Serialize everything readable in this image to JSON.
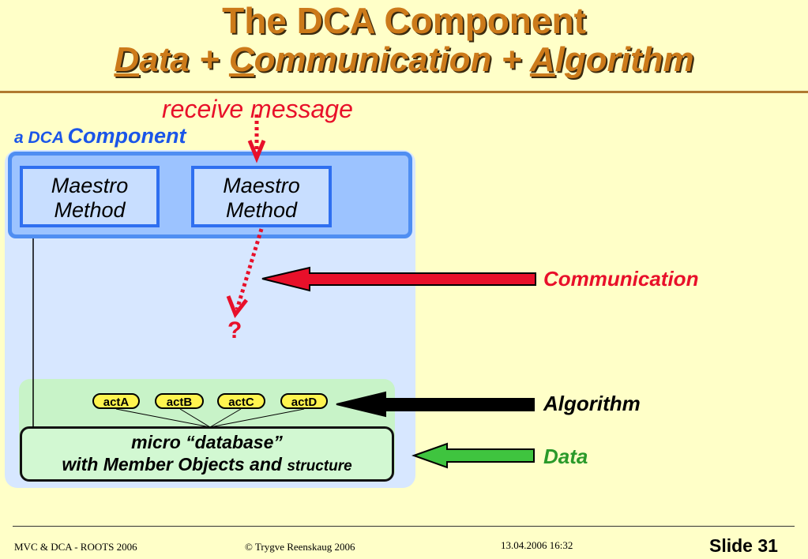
{
  "title": {
    "line1": "The DCA Component",
    "d": "D",
    "ata": "ata + ",
    "c": "C",
    "ommunication": "ommunication + ",
    "a": "A",
    "lgorithm": "lgorithm"
  },
  "diagram": {
    "receive_message": "receive message",
    "dca_prefix": "a DCA",
    "dca_component": "Component",
    "method_line1": "Maestro",
    "method_line2": "Method",
    "question": "?",
    "acts": [
      "actA",
      "actB",
      "actC",
      "actD"
    ],
    "db_line1": "micro “database”",
    "db_line2a": "with Member Objects and ",
    "db_line2b": "structure",
    "label_communication": "Communication",
    "label_algorithm": "Algorithm",
    "label_data": "Data",
    "colors": {
      "communication": "#E8102A",
      "algorithm": "#000000",
      "data": "#2A9A2A",
      "title": "#CC7A1A",
      "component_blue": "#1A55E8"
    }
  },
  "footer": {
    "left": "MVC & DCA -  ROOTS 2006",
    "center": "© Trygve Reenskaug 2006",
    "date": "13.04.2006 16:32",
    "slide": "Slide 31"
  }
}
